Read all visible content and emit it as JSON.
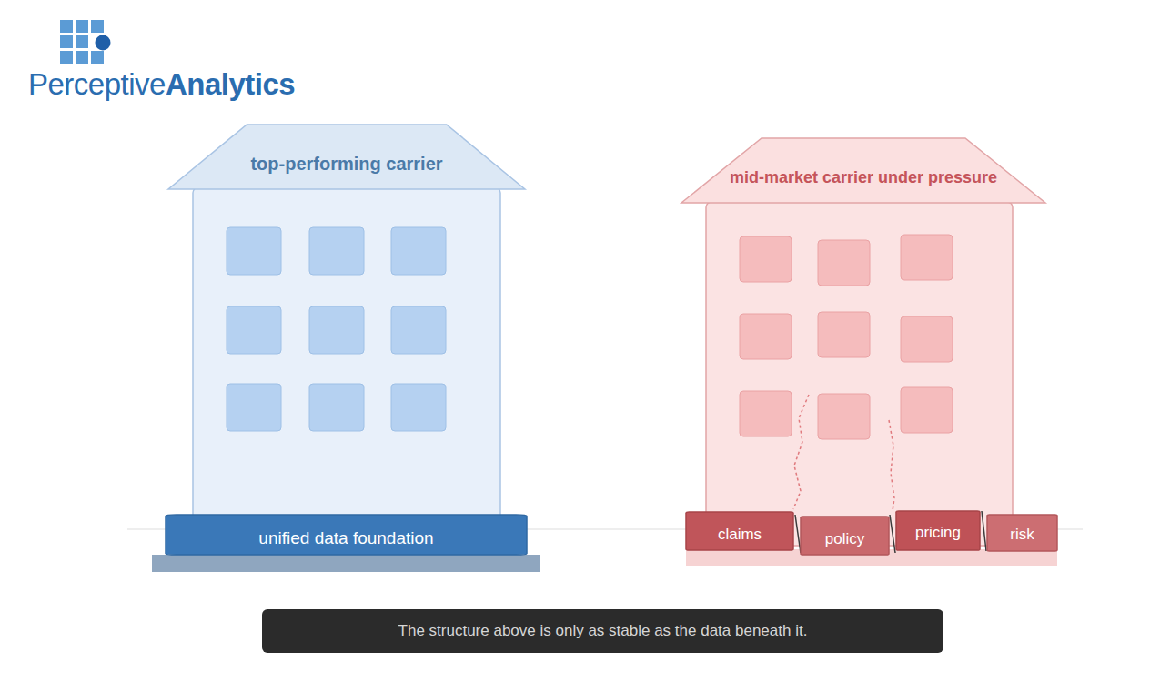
{
  "diagram": {
    "caption": "The structure above is only as stable as the data beneath it.",
    "nodes": [
      {
        "text": [
          "top-performing carrier"
        ]
      },
      {
        "text": [
          "unified data foundation"
        ]
      },
      {
        "text": [
          "mid-market carrier under pressure"
        ]
      },
      {
        "text": [
          "claims"
        ]
      },
      {
        "text": [
          "policy"
        ]
      },
      {
        "text": [
          "pricing"
        ]
      },
      {
        "text": [
          "risk"
        ]
      }
    ],
    "labels": [
      "Perceptive",
      "Analytics"
    ]
  }
}
